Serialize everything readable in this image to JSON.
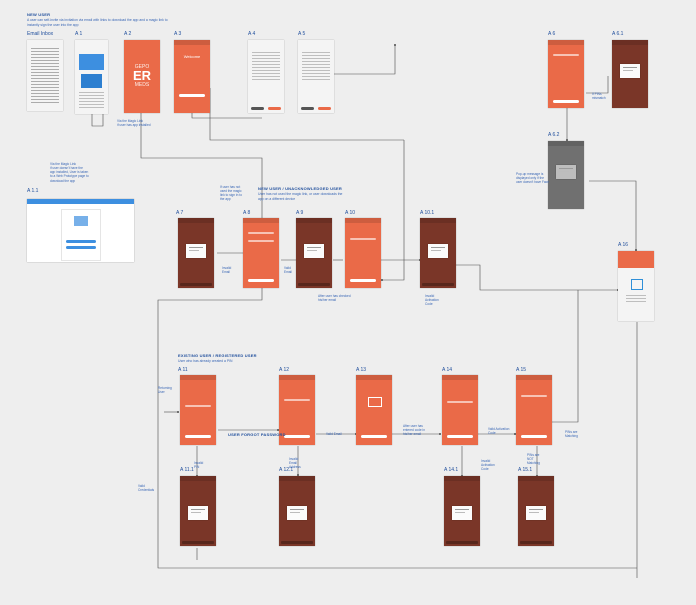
{
  "header": {
    "section_title": "NEW USER",
    "intro_note": "A user can self-invite via invitation via email with links to download the app and a magic link to instantly sign the user into the app"
  },
  "sections": {
    "new_user_unacknowledged": "NEW USER / UNACKNOWLEDGED USER",
    "new_user_unacknowledged_note": "User has not used the magic link, or user downloads the app on a different device",
    "existing_user": "EXISTING USER / REGISTERED USER",
    "existing_user_note": "User who has already created a PIN"
  },
  "screens": {
    "email_inbox": "Email Inbox",
    "a1": "A 1",
    "a2": "A 2",
    "a3": "A 3",
    "a4": "A 4",
    "a5": "A 5",
    "a6": "A 6",
    "a61": "A 6.1",
    "a62": "A 6.2",
    "a11": "A 1.1",
    "a7": "A 7",
    "a8": "A 8",
    "a9": "A 9",
    "a10": "A 10",
    "a101": "A 10.1",
    "a16": "A 16",
    "b11": "A 11",
    "b12": "A 12",
    "b13": "A 13",
    "b14": "A 14",
    "b15": "A 15",
    "b111": "A 11.1",
    "b121": "A 12.1",
    "b141": "A 14.1",
    "b151": "A 15.1"
  },
  "brand": {
    "line1": "GEPO",
    "line2": "ER",
    "line3": "MEDS"
  },
  "welcome_text": "Welcome",
  "annotations": {
    "via_magic_link": "Via the Magic Link\nif user has app installed",
    "via_magic_link_2": "Via the Magic Link\nif user doesn't have the\napp installed, User is taken\nto a Web Prototype page to\ndownload the app",
    "pins_mismatch": "If PINs\nmismatch",
    "pin_popup": "Pop-up message is\ndisplayed only if the\nuser doesn't have Face",
    "not_used_link": "If user has not\nused the magic\nlink to sign in to\nthe app",
    "invalid_email": "Invalid\nEmail",
    "valid_email": "Valid\nEmail",
    "checked_email": "After user has checked\nhis/her email",
    "invalid_code": "Invalid\nActivation\nCode",
    "returning_user": "Returning\nUser",
    "user_forgot_password": "USER FORGOT PASSWORD",
    "valid_email_2": "Valid Email",
    "after_user_entered": "After user has\nentered code in\nhis/her email",
    "valid_activation_code": "Valid Activation\nCode",
    "pins_matching": "PINs are\nMatching",
    "pins_not_matching": "PINs are\nNOT\nMatching",
    "invalid_pin": "Invalid\nPIN",
    "invalid_email_address": "Invalid\nEmail\nAddress",
    "invalid_activation_code": "Invalid\nActivation\nCode",
    "valid_credentials": "Valid\nCredentials"
  }
}
